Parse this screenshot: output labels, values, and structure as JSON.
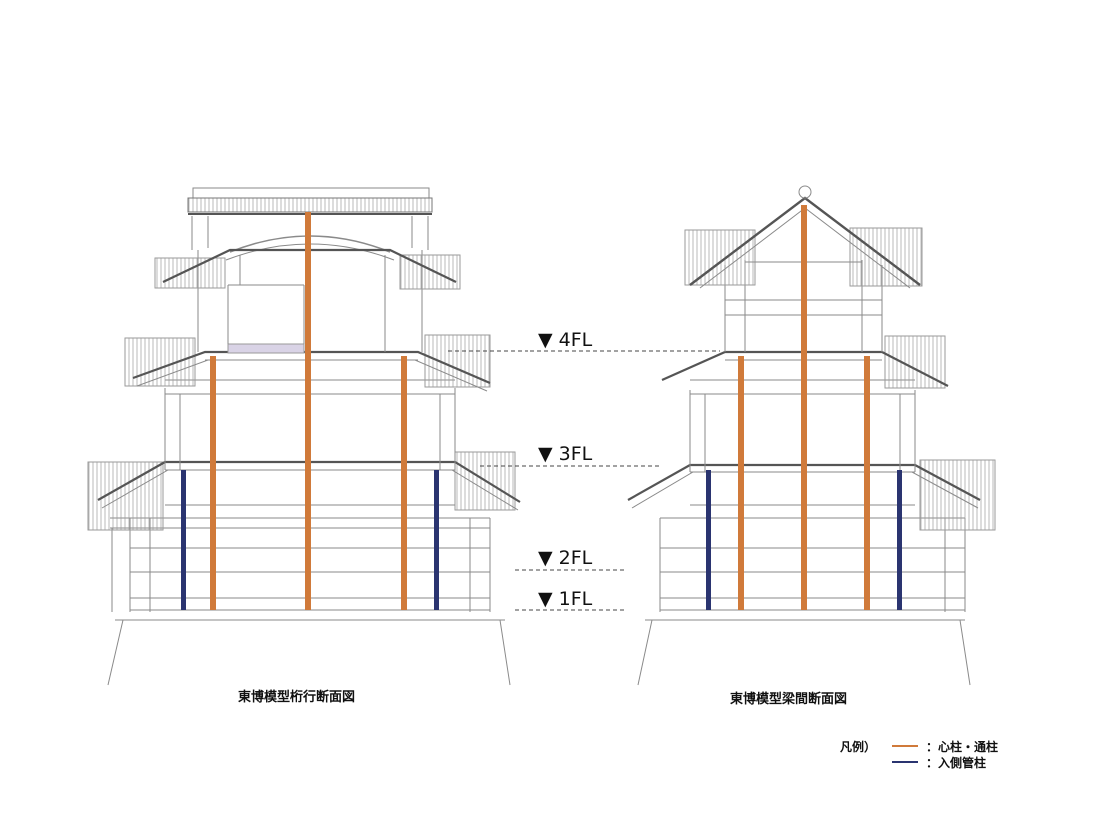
{
  "levels": [
    {
      "label": "▼ 4FL"
    },
    {
      "label": "▼ 3FL"
    },
    {
      "label": "▼ 2FL"
    },
    {
      "label": "▼ 1FL"
    }
  ],
  "sections": {
    "left_caption": "東博模型桁行断面図",
    "right_caption": "東博模型梁間断面図"
  },
  "legend": {
    "title": "凡例）",
    "items": [
      {
        "label": "：心柱・通柱",
        "color": "#d07a3a"
      },
      {
        "label": "：入側管柱",
        "color": "#2a3470"
      }
    ]
  },
  "colors": {
    "line": "#8a8a8a",
    "pillar_main": "#d07a3a",
    "pillar_side": "#2a3470",
    "roof_dark": "#555555"
  }
}
